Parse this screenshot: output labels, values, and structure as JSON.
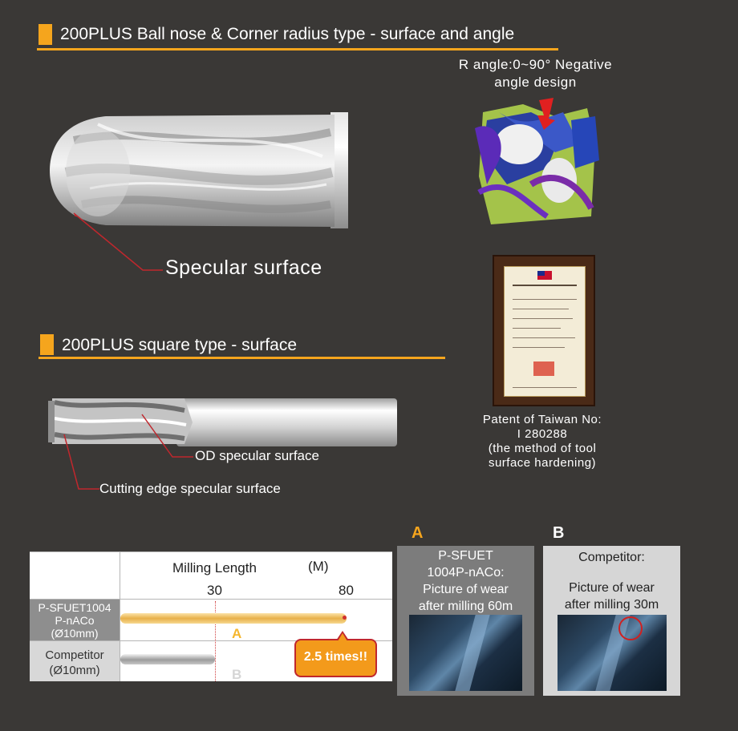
{
  "section1": {
    "title": "200PLUS Ball nose & Corner radius type - surface and angle"
  },
  "angle_caption": {
    "line1": "R angle:0~90° Negative",
    "line2": "angle design"
  },
  "ball_nose": {
    "callout": "Specular surface"
  },
  "section2": {
    "title": "200PLUS square type - surface"
  },
  "square_tool": {
    "callout_od": "OD specular surface",
    "callout_edge": "Cutting edge specular surface"
  },
  "patent": {
    "line1": "Patent of Taiwan No:",
    "line2": "I 280288",
    "line3": "(the method of tool",
    "line4": "surface hardening)"
  },
  "comparison": {
    "header": {
      "title": "Milling Length",
      "unit": "(M)",
      "tick1": "30",
      "tick2": "80"
    },
    "rows": [
      {
        "name_line1": "P-SFUET1004",
        "name_line2": "P-nACo",
        "name_line3": "(Ø10mm)",
        "value": 80,
        "tag": "A"
      },
      {
        "name_line1": "Competitor",
        "name_line2": "(Ø10mm)",
        "value": 30,
        "tag": "B"
      }
    ],
    "badge": "2.5 times!!"
  },
  "wear_a": {
    "letter": "A",
    "line1": "P-SFUET",
    "line2": "1004P-nACo:",
    "line3": "Picture of wear",
    "line4": "after milling 60m"
  },
  "wear_b": {
    "letter": "B",
    "line1": "Competitor:",
    "line2": "Picture of wear",
    "line3": "after milling 30m"
  },
  "colors": {
    "accent": "#f5a51d",
    "leader": "#c0272d",
    "background": "#3a3836",
    "badge": "#f39a1b"
  }
}
